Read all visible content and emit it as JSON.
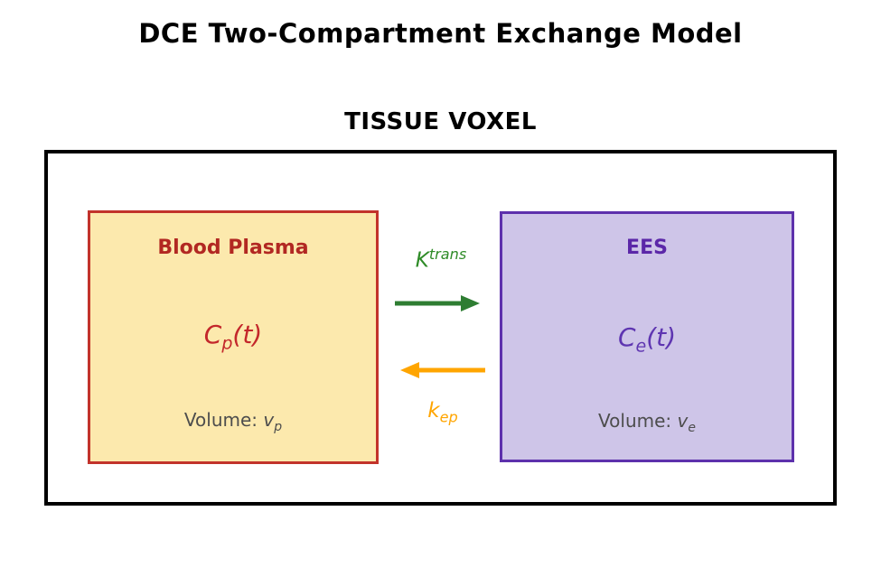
{
  "title": "DCE Two-Compartment Exchange Model",
  "voxel_label": "TISSUE VOXEL",
  "colors": {
    "plasma_fill": "#FCE9AD",
    "plasma_border": "#C2332B",
    "plasma_text": "#B22822",
    "ees_fill": "#CEC5E8",
    "ees_border": "#5D31AC",
    "ees_text": "#5B27A8",
    "ktrans_green": "#2E8B27",
    "arrow_green": "#2E7D32",
    "kep_orange": "#FFA500",
    "volume_gray": "#4D4D4D",
    "outer_border": "#000000"
  },
  "plasma_box": {
    "title": "Blood Plasma",
    "concentration": {
      "base": "C",
      "sub": "p",
      "arg": "(t)"
    },
    "volume": {
      "label": "Volume: ",
      "var": "v",
      "sub": "p"
    }
  },
  "ees_box": {
    "title": "EES",
    "concentration": {
      "base": "C",
      "sub": "e",
      "arg": "(t)"
    },
    "volume": {
      "label": "Volume: ",
      "var": "v",
      "sub": "e"
    }
  },
  "arrows": {
    "ktrans": {
      "base": "K",
      "sup": "trans",
      "direction": "right"
    },
    "kep": {
      "base": "k",
      "sub": "ep",
      "direction": "left"
    }
  }
}
